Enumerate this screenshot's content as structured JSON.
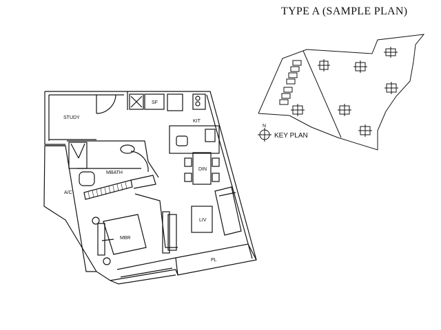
{
  "title": "TYPE A (SAMPLE PLAN)",
  "rooms": {
    "study": "STUDY",
    "sf": "SF",
    "kit": "KIT",
    "mbath": "MBATH",
    "din": "DIN",
    "ac": "A/C",
    "liv": "LIV",
    "mbr": "MBR",
    "pl": "PL"
  },
  "key_plan": {
    "label": "KEY PLAN",
    "north": "N"
  }
}
